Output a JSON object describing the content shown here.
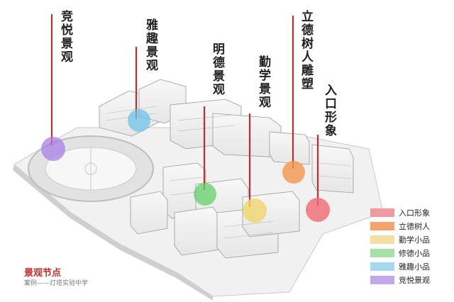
{
  "nodes": [
    {
      "id": "jingyue",
      "label": "竞悦景观",
      "color": "#a77fe6"
    },
    {
      "id": "yaqu",
      "label": "雅趣景观",
      "color": "#6fc3ea"
    },
    {
      "id": "mingde",
      "label": "明德景观",
      "color": "#62cf6a"
    },
    {
      "id": "qinxue",
      "label": "勤学景观",
      "color": "#f0d46a"
    },
    {
      "id": "lide",
      "label": "立德树人雕塑",
      "color": "#f4974e"
    },
    {
      "id": "rukou",
      "label": "入口形象",
      "color": "#ee6a72"
    }
  ],
  "legend": [
    {
      "label": "入口形象",
      "color": "#ee9aa0"
    },
    {
      "label": "立德树人",
      "color": "#f4a46e"
    },
    {
      "label": "勤学小品",
      "color": "#f1e0a2"
    },
    {
      "label": "修德小品",
      "color": "#a8e0aa"
    },
    {
      "label": "雅趣小品",
      "color": "#a3d8ef"
    },
    {
      "label": "竞悦景观",
      "color": "#c2a8e8"
    }
  ],
  "caption": {
    "title": "景观节点",
    "subtitle": "案例——灯塔实验中学"
  }
}
